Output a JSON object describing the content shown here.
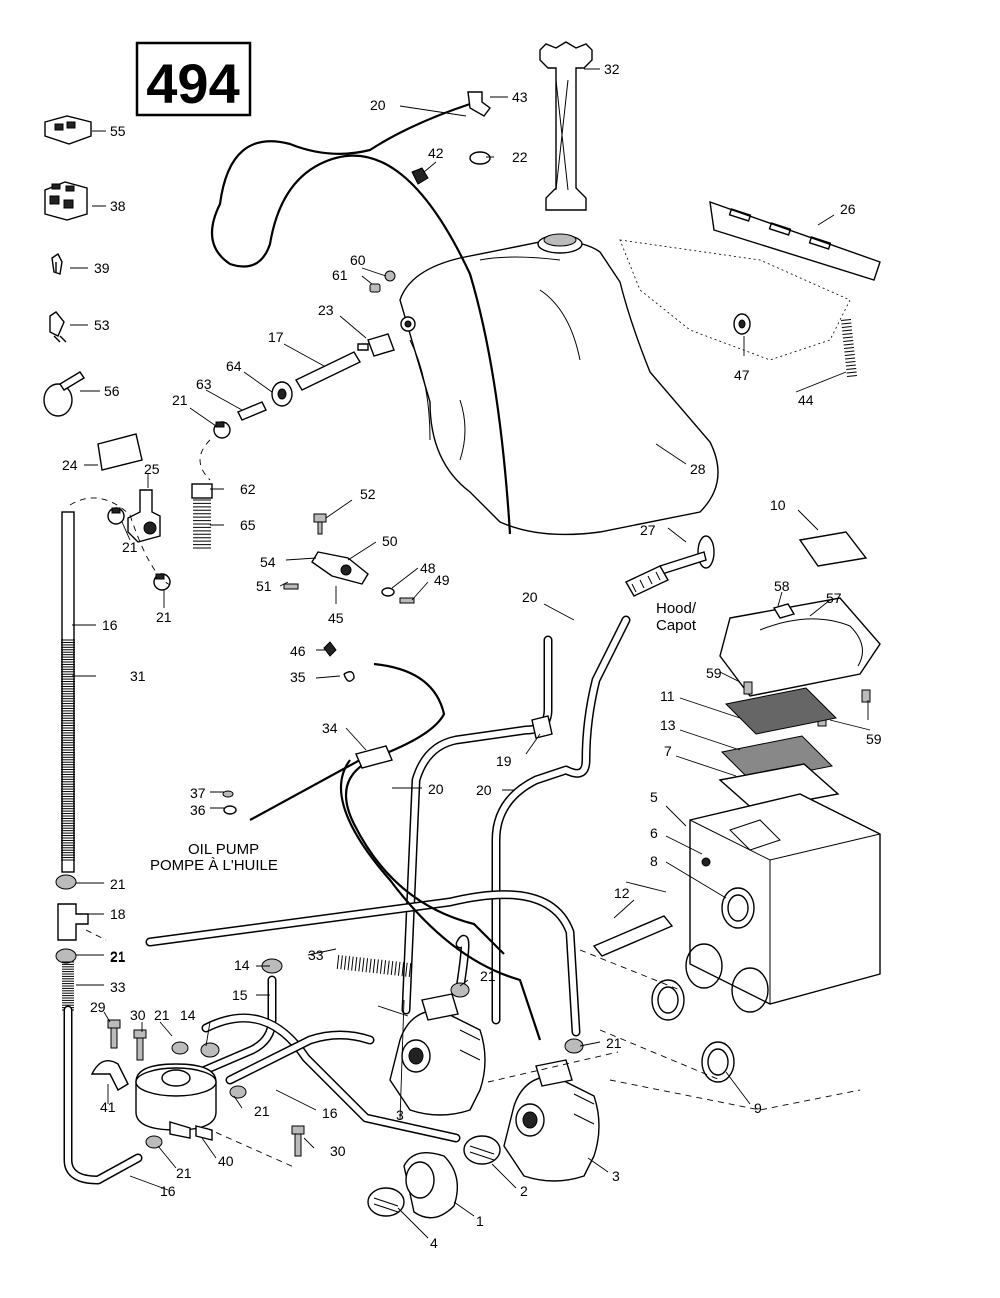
{
  "page_number": "494",
  "labels": {
    "hood": "Hood/",
    "capot": "Capot",
    "oil_pump_en": "OIL PUMP",
    "oil_pump_fr": "POMPE À L'HUILE"
  },
  "callouts": [
    {
      "id": "c55",
      "text": "55"
    },
    {
      "id": "c38",
      "text": "38"
    },
    {
      "id": "c39",
      "text": "39"
    },
    {
      "id": "c53",
      "text": "53"
    },
    {
      "id": "c56",
      "text": "56"
    },
    {
      "id": "c24",
      "text": "24"
    },
    {
      "id": "c25",
      "text": "25"
    },
    {
      "id": "c21a",
      "text": "21"
    },
    {
      "id": "c21b",
      "text": "21"
    },
    {
      "id": "c21c",
      "text": "21"
    },
    {
      "id": "c16a",
      "text": "16"
    },
    {
      "id": "c31",
      "text": "31"
    },
    {
      "id": "c20a",
      "text": "20"
    },
    {
      "id": "c43",
      "text": "43"
    },
    {
      "id": "c32",
      "text": "32"
    },
    {
      "id": "c42",
      "text": "42"
    },
    {
      "id": "c22",
      "text": "22"
    },
    {
      "id": "c26",
      "text": "26"
    },
    {
      "id": "c60",
      "text": "60"
    },
    {
      "id": "c61",
      "text": "61"
    },
    {
      "id": "c23",
      "text": "23"
    },
    {
      "id": "c17",
      "text": "17"
    },
    {
      "id": "c64",
      "text": "64"
    },
    {
      "id": "c63",
      "text": "63"
    },
    {
      "id": "c47",
      "text": "47"
    },
    {
      "id": "c44",
      "text": "44"
    },
    {
      "id": "c28",
      "text": "28"
    },
    {
      "id": "c62",
      "text": "62"
    },
    {
      "id": "c65",
      "text": "65"
    },
    {
      "id": "c52",
      "text": "52"
    },
    {
      "id": "c50",
      "text": "50"
    },
    {
      "id": "c54",
      "text": "54"
    },
    {
      "id": "c51",
      "text": "51"
    },
    {
      "id": "c45",
      "text": "45"
    },
    {
      "id": "c48",
      "text": "48"
    },
    {
      "id": "c49",
      "text": "49"
    },
    {
      "id": "c27",
      "text": "27"
    },
    {
      "id": "c10",
      "text": "10"
    },
    {
      "id": "c20b",
      "text": "20"
    },
    {
      "id": "c58",
      "text": "58"
    },
    {
      "id": "c57",
      "text": "57"
    },
    {
      "id": "c46",
      "text": "46"
    },
    {
      "id": "c35",
      "text": "35"
    },
    {
      "id": "c59a",
      "text": "59"
    },
    {
      "id": "c59b",
      "text": "59"
    },
    {
      "id": "c11",
      "text": "11"
    },
    {
      "id": "c13",
      "text": "13"
    },
    {
      "id": "c7",
      "text": "7"
    },
    {
      "id": "c34",
      "text": "34"
    },
    {
      "id": "c19",
      "text": "19"
    },
    {
      "id": "c20c",
      "text": "20"
    },
    {
      "id": "c20d",
      "text": "20"
    },
    {
      "id": "c37",
      "text": "37"
    },
    {
      "id": "c36",
      "text": "36"
    },
    {
      "id": "c5",
      "text": "5"
    },
    {
      "id": "c6",
      "text": "6"
    },
    {
      "id": "c8",
      "text": "8"
    },
    {
      "id": "c21d",
      "text": "21"
    },
    {
      "id": "c18",
      "text": "18"
    },
    {
      "id": "c21e",
      "text": "21"
    },
    {
      "id": "c21f",
      "text": "21"
    },
    {
      "id": "c12",
      "text": "12"
    },
    {
      "id": "c33a",
      "text": "33"
    },
    {
      "id": "c33b",
      "text": "33"
    },
    {
      "id": "c14a",
      "text": "14"
    },
    {
      "id": "c21g",
      "text": "21"
    },
    {
      "id": "c15",
      "text": "15"
    },
    {
      "id": "c29",
      "text": "29"
    },
    {
      "id": "c30a",
      "text": "30"
    },
    {
      "id": "c21h",
      "text": "21"
    },
    {
      "id": "c14b",
      "text": "14"
    },
    {
      "id": "c21i",
      "text": "21"
    },
    {
      "id": "c41",
      "text": "41"
    },
    {
      "id": "c21j",
      "text": "21"
    },
    {
      "id": "c16b",
      "text": "16"
    },
    {
      "id": "c3a",
      "text": "3"
    },
    {
      "id": "c9",
      "text": "9"
    },
    {
      "id": "c30b",
      "text": "30"
    },
    {
      "id": "c40",
      "text": "40"
    },
    {
      "id": "c21k",
      "text": "21"
    },
    {
      "id": "c16c",
      "text": "16"
    },
    {
      "id": "c2",
      "text": "2"
    },
    {
      "id": "c3b",
      "text": "3"
    },
    {
      "id": "c1",
      "text": "1"
    },
    {
      "id": "c4",
      "text": "4"
    }
  ]
}
